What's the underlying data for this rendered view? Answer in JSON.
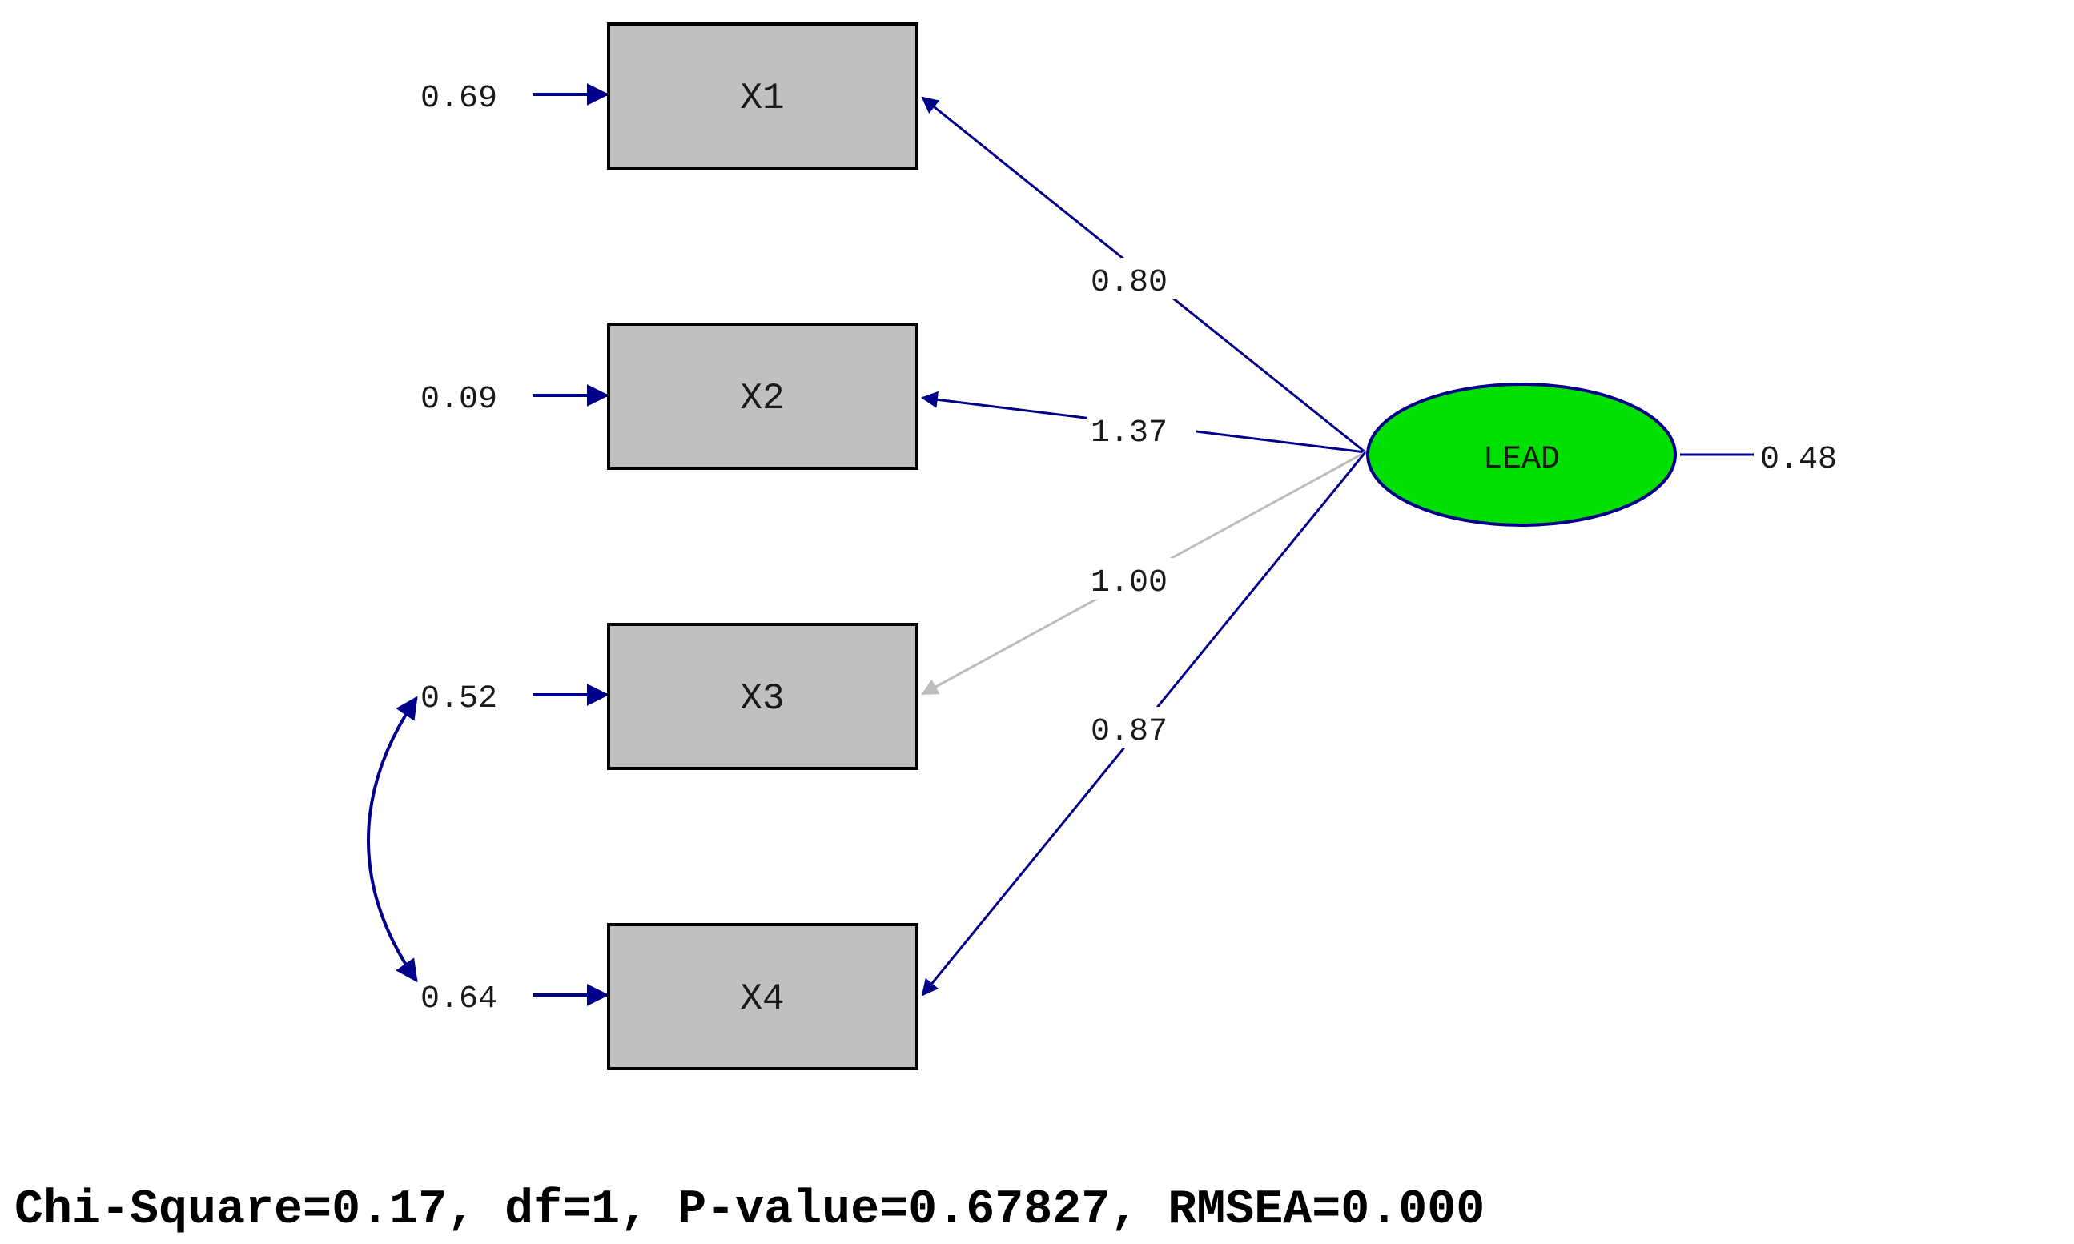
{
  "observed_variables": [
    {
      "id": "x1",
      "label": "X1",
      "error_variance": "0.69"
    },
    {
      "id": "x2",
      "label": "X2",
      "error_variance": "0.09"
    },
    {
      "id": "x3",
      "label": "X3",
      "error_variance": "0.52"
    },
    {
      "id": "x4",
      "label": "X4",
      "error_variance": "0.64"
    }
  ],
  "latent_variable": {
    "label": "LEAD",
    "variance": "0.48",
    "fill_color": "#00e000"
  },
  "loadings": [
    {
      "to": "X1",
      "value": "0.80",
      "color": "#00008b"
    },
    {
      "to": "X2",
      "value": "1.37",
      "color": "#00008b"
    },
    {
      "to": "X3",
      "value": "1.00",
      "color": "#bdbdbd"
    },
    {
      "to": "X4",
      "value": "0.87",
      "color": "#00008b"
    }
  ],
  "colors": {
    "box_fill": "#c0c0c0",
    "path": "#00008b",
    "fixed_path": "#bdbdbd"
  },
  "fit_statistics": "Chi-Square=0.17, df=1, P-value=0.67827, RMSEA=0.000"
}
